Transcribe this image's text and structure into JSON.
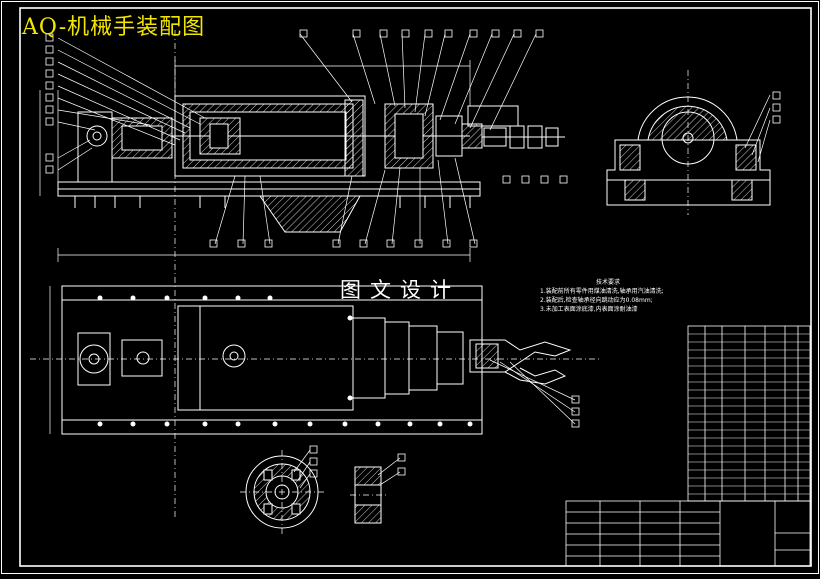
{
  "drawing": {
    "title": "AQ-机械手装配图",
    "watermark": "图文设计",
    "tech_notes_title": "技术要求",
    "tech_notes": [
      "1.装配前所有零件用煤油清洗,轴承用汽油清洗;",
      "2.装配后,检查轴承径向跳动应为0.08mm;",
      "3.未加工表面涂底漆,内表面涂耐油漆"
    ],
    "colors": {
      "background": "#000000",
      "line": "#ffffff",
      "title": "#f2e600",
      "frame": "#ffffff"
    }
  }
}
